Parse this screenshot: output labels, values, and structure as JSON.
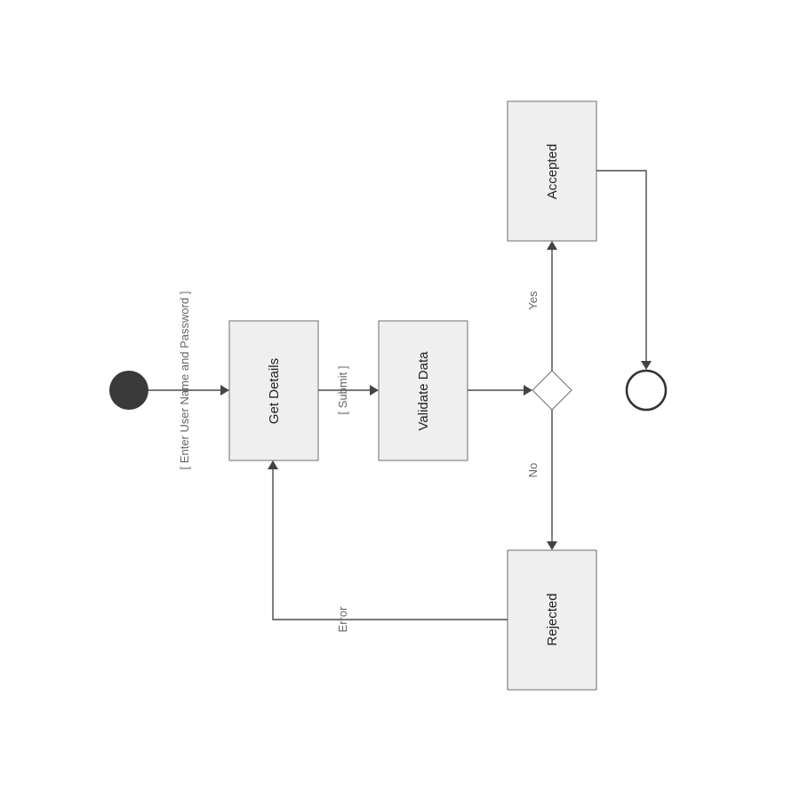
{
  "diagram": {
    "nodes": {
      "get_details": "Get Details",
      "validate_data": "Validate Data",
      "accepted": "Accepted",
      "rejected": "Rejected"
    },
    "edge_labels": {
      "enter_credentials": "[ Enter User Name and Password ]",
      "submit": "[ Submit ]",
      "yes": "Yes",
      "no": "No",
      "error": "Error"
    },
    "colors": {
      "node_fill": "#efefef",
      "node_border": "#6f6f6f",
      "start_fill": "#3a3a3a",
      "line": "#4a4a4a"
    }
  }
}
